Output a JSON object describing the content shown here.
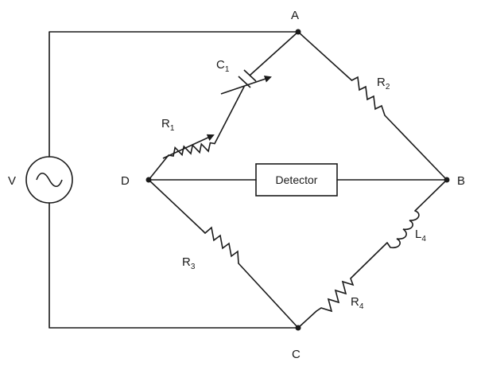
{
  "nodes": {
    "a": "A",
    "b": "B",
    "c": "C",
    "d": "D"
  },
  "source": {
    "label": "V"
  },
  "detector": {
    "label": "Detector"
  },
  "components": {
    "c1": {
      "main": "C",
      "sub": "1"
    },
    "r1": {
      "main": "R",
      "sub": "1"
    },
    "r2": {
      "main": "R",
      "sub": "2"
    },
    "r3": {
      "main": "R",
      "sub": "3"
    },
    "r4": {
      "main": "R",
      "sub": "4"
    },
    "l4": {
      "main": "L",
      "sub": "4"
    }
  }
}
